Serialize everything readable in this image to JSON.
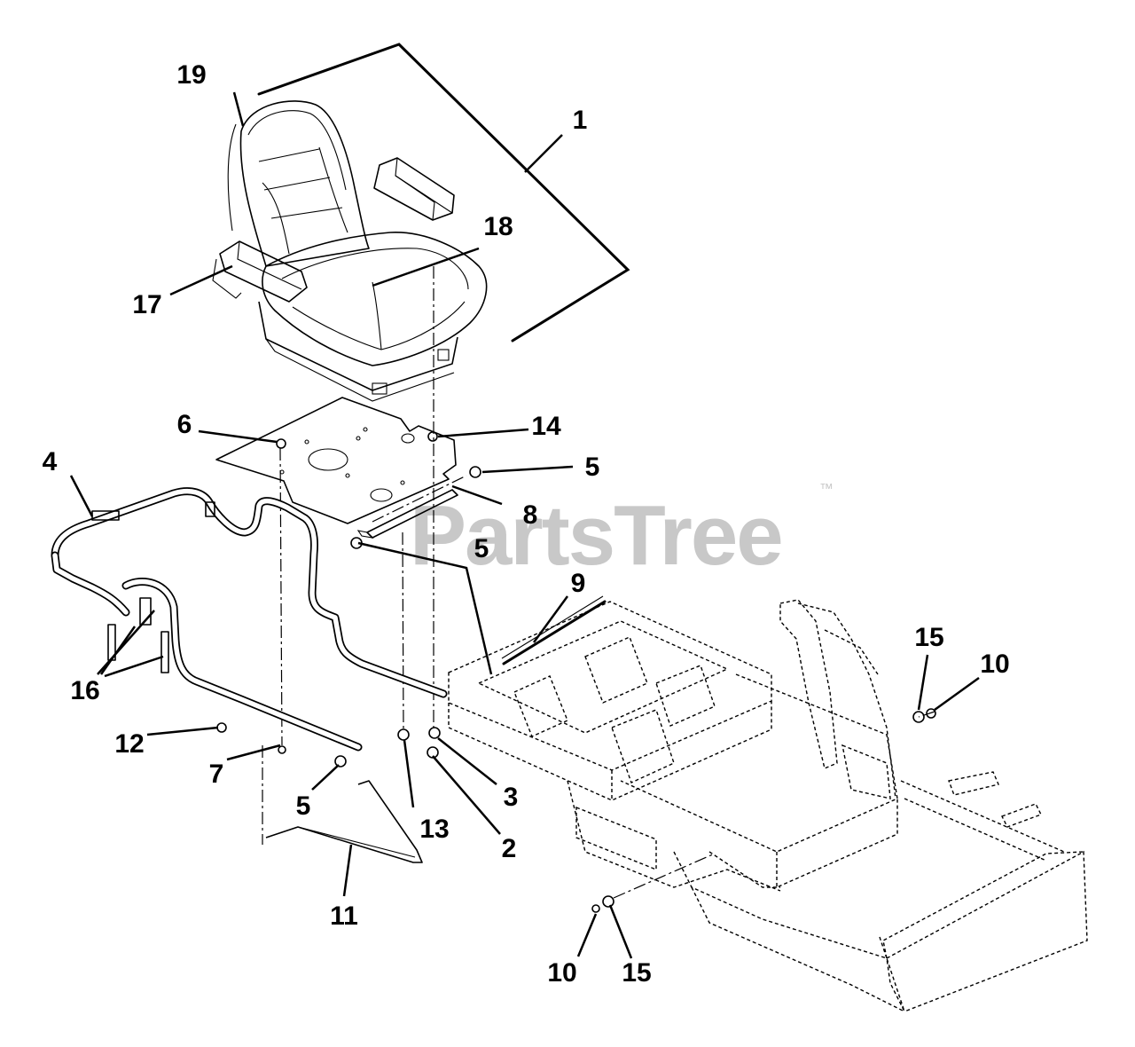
{
  "watermark": {
    "text": "PartsTree",
    "trademark": "™"
  },
  "labels": {
    "l1": "1",
    "l2": "2",
    "l3": "3",
    "l4": "4",
    "l5a": "5",
    "l5b": "5",
    "l5c": "5",
    "l6": "6",
    "l7": "7",
    "l8": "8",
    "l9": "9",
    "l10a": "10",
    "l10b": "10",
    "l11": "11",
    "l12": "12",
    "l13": "13",
    "l14": "14",
    "l15a": "15",
    "l15b": "15",
    "l16": "16",
    "l17": "17",
    "l18": "18",
    "l19": "19"
  }
}
